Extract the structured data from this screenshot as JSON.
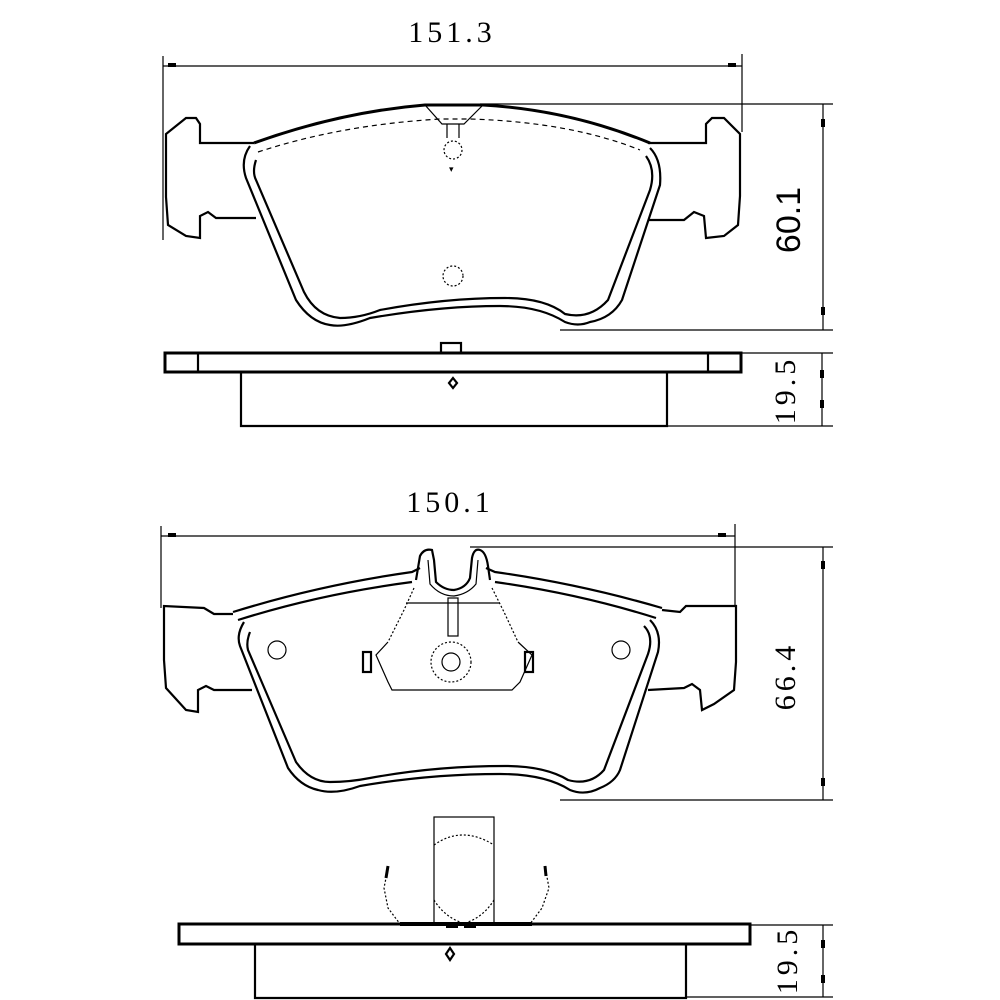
{
  "drawing": {
    "title": "Brake pad technical drawing",
    "views": [
      {
        "id": "pad-1-front",
        "dimensions": {
          "width": "151.3",
          "height": "60.1"
        }
      },
      {
        "id": "pad-1-side",
        "dimensions": {
          "thickness": "19.5"
        }
      },
      {
        "id": "pad-2-front",
        "dimensions": {
          "width": "150.1",
          "height": "66.4"
        }
      },
      {
        "id": "pad-2-side",
        "dimensions": {
          "thickness": "19.5"
        }
      }
    ]
  },
  "labels": {
    "pad1_width": "151.3",
    "pad1_height": "60.1",
    "pad1_thickness": "19.5",
    "pad2_width": "150.1",
    "pad2_height": "66.4",
    "pad2_thickness": "19.5"
  },
  "colors": {
    "line": "#000000",
    "background": "#ffffff"
  }
}
